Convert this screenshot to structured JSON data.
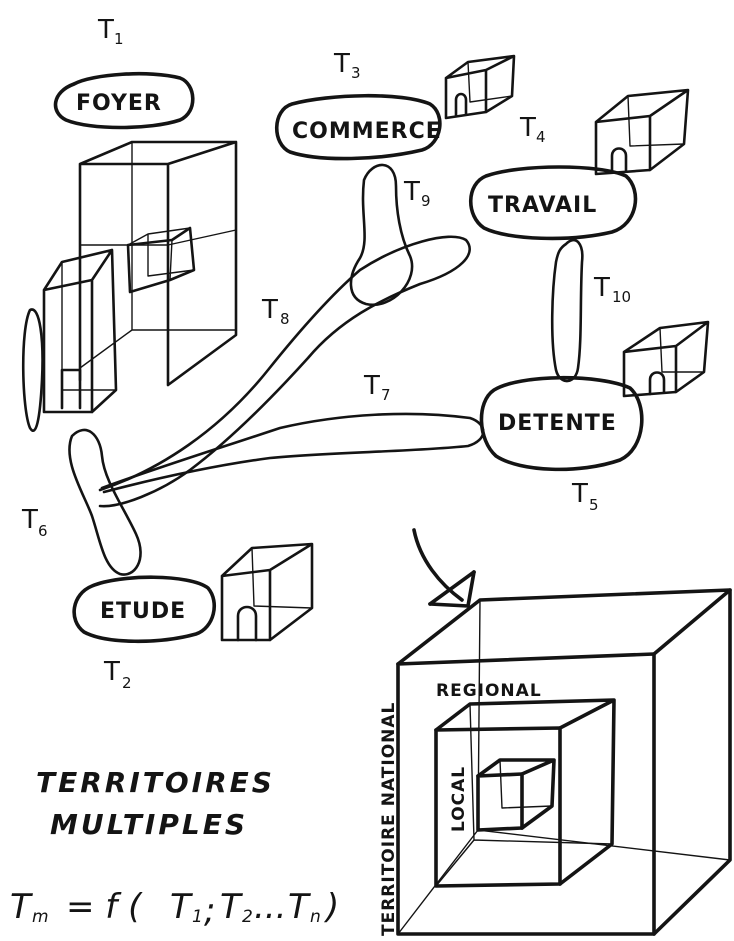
{
  "bubbles": {
    "foyer": "FOYER",
    "commerce": "COMMERCE",
    "travail": "TRAVAIL",
    "detente": "DETENTE",
    "etude": "ETUDE"
  },
  "territories": {
    "t1": {
      "main": "T",
      "sub": "1"
    },
    "t2": {
      "main": "T",
      "sub": "2"
    },
    "t3": {
      "main": "T",
      "sub": "3"
    },
    "t4": {
      "main": "T",
      "sub": "4"
    },
    "t5": {
      "main": "T",
      "sub": "5"
    },
    "t6": {
      "main": "T",
      "sub": "6"
    },
    "t7": {
      "main": "T",
      "sub": "7"
    },
    "t8": {
      "main": "T",
      "sub": "8"
    },
    "t9": {
      "main": "T",
      "sub": "9"
    },
    "t10": {
      "main": "T",
      "sub": "10"
    }
  },
  "title": {
    "line1": "TERRITOIRES",
    "line2": "MULTIPLES"
  },
  "formula": {
    "lhs_main": "T",
    "lhs_sub": "m",
    "eq": "= f (",
    "a_main": "T",
    "a_sub": "1",
    "sep": ";",
    "b_main": "T",
    "b_sub": "2",
    "dots": "...",
    "c_main": "T",
    "c_sub": "n",
    "close": ")"
  },
  "scale_labels": {
    "national": "TERRITOIRE NATIONAL",
    "regional": "REGIONAL",
    "local": "LOCAL"
  }
}
